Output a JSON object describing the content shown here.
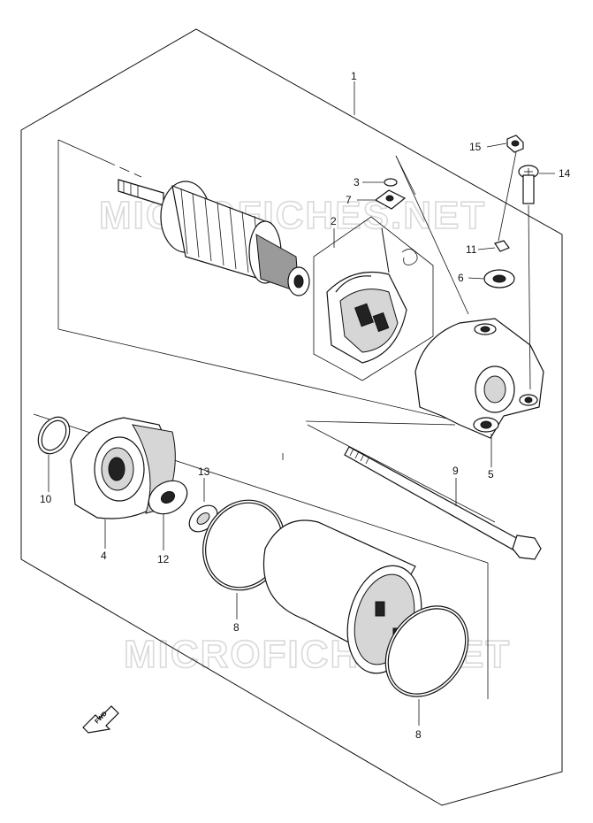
{
  "watermark": "MICROFICHES.NET",
  "direction_arrow": "FWD",
  "labels": {
    "p1": "1",
    "p2": "2",
    "p3": "3",
    "p4": "4",
    "p5": "5",
    "p6": "6",
    "p7": "7",
    "p8a": "8",
    "p8b": "8",
    "p9": "9",
    "p10": "10",
    "p11": "11",
    "p12": "12",
    "p13": "13",
    "p14": "14",
    "p15": "15"
  }
}
